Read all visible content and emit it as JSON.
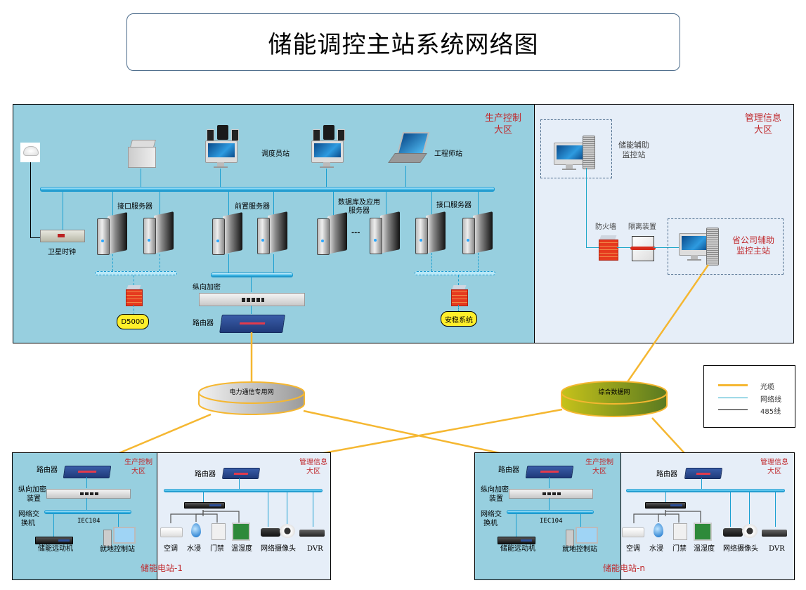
{
  "title": "储能调控主站系统网络图",
  "main_station": {
    "production_zone": {
      "label_line1": "生产控制",
      "label_line2": "大区",
      "devices": {
        "satellite_clock": "卫星时钟",
        "dispatcher_station": "调度员站",
        "engineer_station": "工程师站",
        "interface_servers_left": "接口服务器",
        "frontend_servers": "前置服务器",
        "db_app_servers_line1": "数据库及应用",
        "db_app_servers_line2": "服务器",
        "interface_servers_right": "接口服务器",
        "vertical_encryption": "纵向加密",
        "router": "路由器",
        "d5000": "D5000",
        "stability_system": "安稳系统",
        "ellipsis": "---"
      }
    },
    "management_zone": {
      "label_line1": "管理信息",
      "label_line2": "大区",
      "devices": {
        "aux_monitor_line1": "储能辅助",
        "aux_monitor_line2": "监控站",
        "firewall": "防火墙",
        "isolation_device": "隔离装置",
        "provincial_line1": "省公司辅助",
        "provincial_line2": "监控主站"
      }
    }
  },
  "networks": {
    "power_comm": "电力通信专用网",
    "integrated_data": "综合数据网"
  },
  "legend": {
    "items": [
      {
        "label": "光缆",
        "color": "#f5b731"
      },
      {
        "label": "网络线",
        "color": "#1ea7c8"
      },
      {
        "label": "485线",
        "color": "#000000"
      }
    ]
  },
  "substations": [
    {
      "name": "储能电站-1",
      "production": {
        "label_line1": "生产控制",
        "label_line2": "大区",
        "router": "路由器",
        "encryption_line1": "纵向加密",
        "encryption_line2": "装置",
        "switch_line1": "网络交",
        "switch_line2": "换机",
        "protocol": "IEC104",
        "telecontrol": "储能远动机",
        "local_control": "就地控制站"
      },
      "management": {
        "label_line1": "管理信息",
        "label_line2": "大区",
        "router": "路由器",
        "devices": [
          "空调",
          "水浸",
          "门禁",
          "温湿度",
          "网络摄像头",
          "DVR"
        ]
      }
    },
    {
      "name": "储能电站-n",
      "production": {
        "label_line1": "生产控制",
        "label_line2": "大区",
        "router": "路由器",
        "encryption_line1": "纵向加密",
        "encryption_line2": "装置",
        "switch_line1": "网络交",
        "switch_line2": "换机",
        "protocol": "IEC104",
        "telecontrol": "储能远动机",
        "local_control": "就地控制站"
      },
      "management": {
        "label_line1": "管理信息",
        "label_line2": "大区",
        "router": "路由器",
        "devices": [
          "空调",
          "水浸",
          "门禁",
          "温湿度",
          "网络摄像头",
          "DVR"
        ]
      }
    }
  ]
}
